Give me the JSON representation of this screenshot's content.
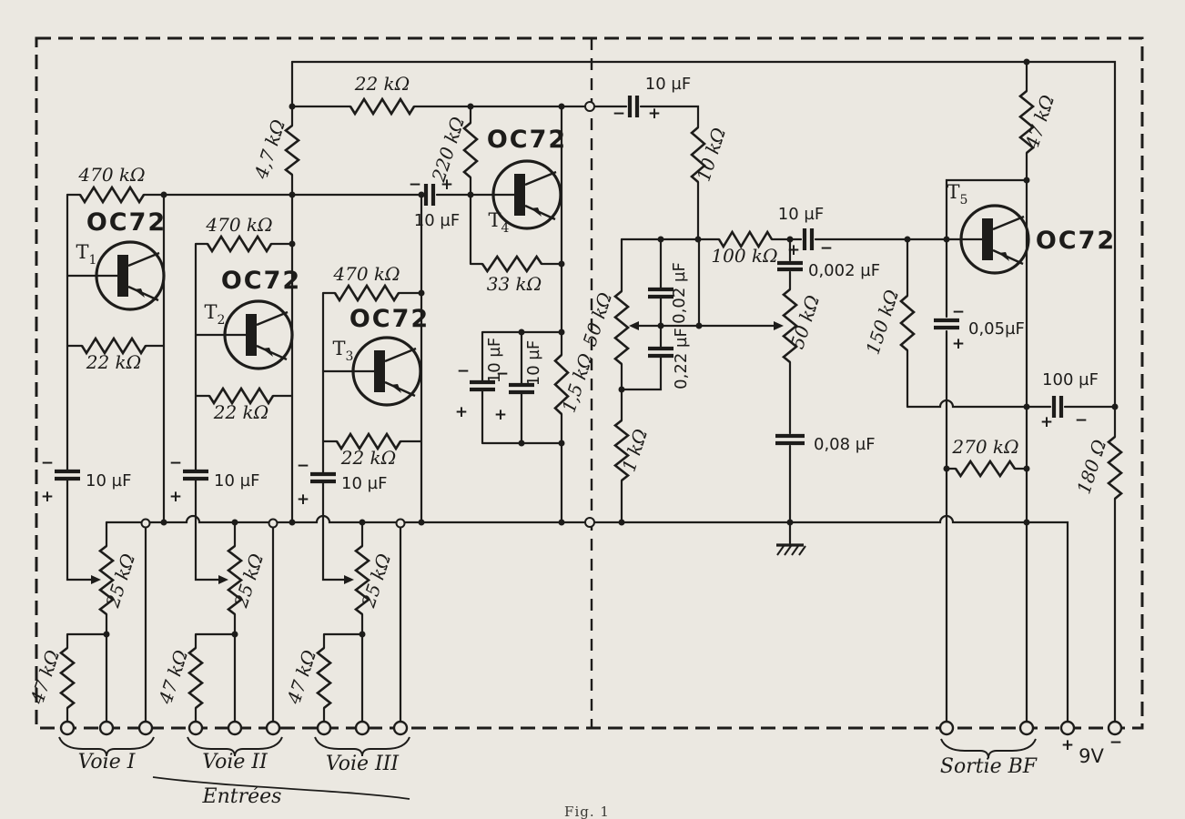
{
  "figure": {
    "caption": "Fig. 1"
  },
  "polarity": {
    "plus": "+",
    "minus": "−"
  },
  "transistors": {
    "t1": {
      "ref": "T",
      "sub": "1",
      "type": "OC72"
    },
    "t2": {
      "ref": "T",
      "sub": "2",
      "type": "OC72"
    },
    "t3": {
      "ref": "T",
      "sub": "3",
      "type": "OC72"
    },
    "t4": {
      "ref": "T",
      "sub": "4",
      "type": "OC72"
    },
    "t5": {
      "ref": "T",
      "sub": "5",
      "type": "OC72"
    }
  },
  "resistors": {
    "r470_1": "470 kΩ",
    "r470_2": "470 kΩ",
    "r470_3": "470 kΩ",
    "r22_1": "22 kΩ",
    "r22_2": "22 kΩ",
    "r22_3": "22 kΩ",
    "r22_mix": "22 kΩ",
    "r4k7": "4,7 kΩ",
    "r220k": "220 kΩ",
    "r33k": "33 kΩ",
    "r1k5": "1,5 kΩ",
    "r10k": "10 kΩ",
    "r100k": "100 kΩ",
    "r50k_l": "50 kΩ",
    "r50k_r": "50 kΩ",
    "r1k": "1 kΩ",
    "r47k_t5": "47 kΩ",
    "r150k": "150 kΩ",
    "r270k": "270 kΩ",
    "r180": "180 Ω",
    "pot1": "25 kΩ",
    "pot2": "25 kΩ",
    "pot3": "25 kΩ",
    "rin1": "47 kΩ",
    "rin2": "47 kΩ",
    "rin3": "47 kΩ"
  },
  "capacitors": {
    "c10_1": "10 µF",
    "c10_2": "10 µF",
    "c10_3": "10 µF",
    "c10_t4": "10 µF",
    "c10_link": "10 µF",
    "c10_pair_l": "10 µF",
    "c10_pair_r": "10 µF",
    "c10_line": "10 µF",
    "c002": "0,002 µF",
    "c02": "0,02 µF",
    "c022": "0,22 µF",
    "c008": "0,08 µF",
    "c005": "0,05µF",
    "c100": "100 µF"
  },
  "io": {
    "voie1": "Voie I",
    "voie2": "Voie II",
    "voie3": "Voie III",
    "entrees": "Entrées",
    "sortie": "Sortie BF",
    "battery": "9V"
  }
}
